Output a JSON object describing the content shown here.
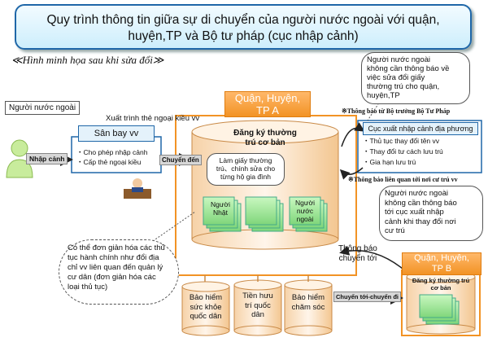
{
  "title": {
    "line1": "Quy trình thông tin giữa sự di chuyển của người nước ngoài với quận,",
    "line2": "huyện,TP và Bộ tư pháp (cục nhập cảnh)"
  },
  "subtitle": "≪Hình minh họa sau khi sửa đổi≫",
  "foreigner_label": "Người nước ngoài",
  "immigration_btn": "Nhập cảnh",
  "airport": {
    "title": "Sân bay vv",
    "items": [
      "・Cho phép nhập cảnh",
      "・Cấp thẻ ngoại kiều"
    ]
  },
  "submit_card": "Xuất trình thẻ ngoại kiều vv",
  "moving_to": "Chuyển đến",
  "district_a": {
    "title_line1": "Quận, Huyện,",
    "title_line2": "TP A"
  },
  "basic_registry": {
    "line1": "Đăng ký thường",
    "line2": "trú cơ bản"
  },
  "registry_bubble": {
    "line1": "Làm giấy thường",
    "line2": "trú、chính sửa cho",
    "line3": "từng hộ gia đình"
  },
  "japanese_label": {
    "line1": "Người",
    "line2": "Nhật"
  },
  "foreigner_small": {
    "line1": "Người",
    "line2": "nước",
    "line3": "ngoài"
  },
  "callout_top": {
    "line1": "Người nước ngoài",
    "line2": "không cần thông báo về",
    "line3": "việc sửa đổi giấy",
    "line4": "thường trú cho quận,",
    "line5": "huyện,TP"
  },
  "notice_minister": "※Thông báo từ Bộ trưởng Bộ Tư Pháp",
  "local_immigration": "Cục xuất nhập cảnh địa phương",
  "bureau_items": [
    "・Thủ tục thay đổi tên vv",
    "・Thay đổi tư cách lưu trú",
    "・Gia hạn lưu trú"
  ],
  "notice_residence": "※Thông báo liên quan tới nơi cư trú vv",
  "callout_right": {
    "line1": "Người nước ngoài",
    "line2": "không cần thông báo",
    "line3": "tới cục xuất nhập",
    "line4": "cảnh khi thay đổi nơi",
    "line5": "cư trú"
  },
  "notify_move": {
    "line1": "Thông báo",
    "line2": "chuyển tới"
  },
  "district_b": {
    "title_line1": "Quận, Huyện,",
    "title_line2": "TP B"
  },
  "basic_registry_b": {
    "line1": "Đăng ký thường trú",
    "line2": "cơ bản"
  },
  "simplify_callout": {
    "line1": "Có thể đơn giản hóa các thủ",
    "line2": "tục hành chính như đổi địa",
    "line3": "chỉ vv liên quan đến quản lý",
    "line4": "cư dân (đơn giản hóa các",
    "line5": "loại thủ tục)"
  },
  "health_insurance": {
    "line1": "Bảo hiểm",
    "line2": "sức khỏe",
    "line3": "quốc dân"
  },
  "pension": {
    "line1": "Tiền hưu",
    "line2": "trí quốc",
    "line3": "dân"
  },
  "care_insurance": {
    "line1": "Bảo hiểm",
    "line2": "chăm sóc"
  },
  "move_arrow": "Chuyển tới-chuyển đi",
  "colors": {
    "accent_blue": "#1f67a8",
    "orange": "#f29325",
    "green": "#8fe08f",
    "cyl_fill": "#fbe6cc"
  }
}
